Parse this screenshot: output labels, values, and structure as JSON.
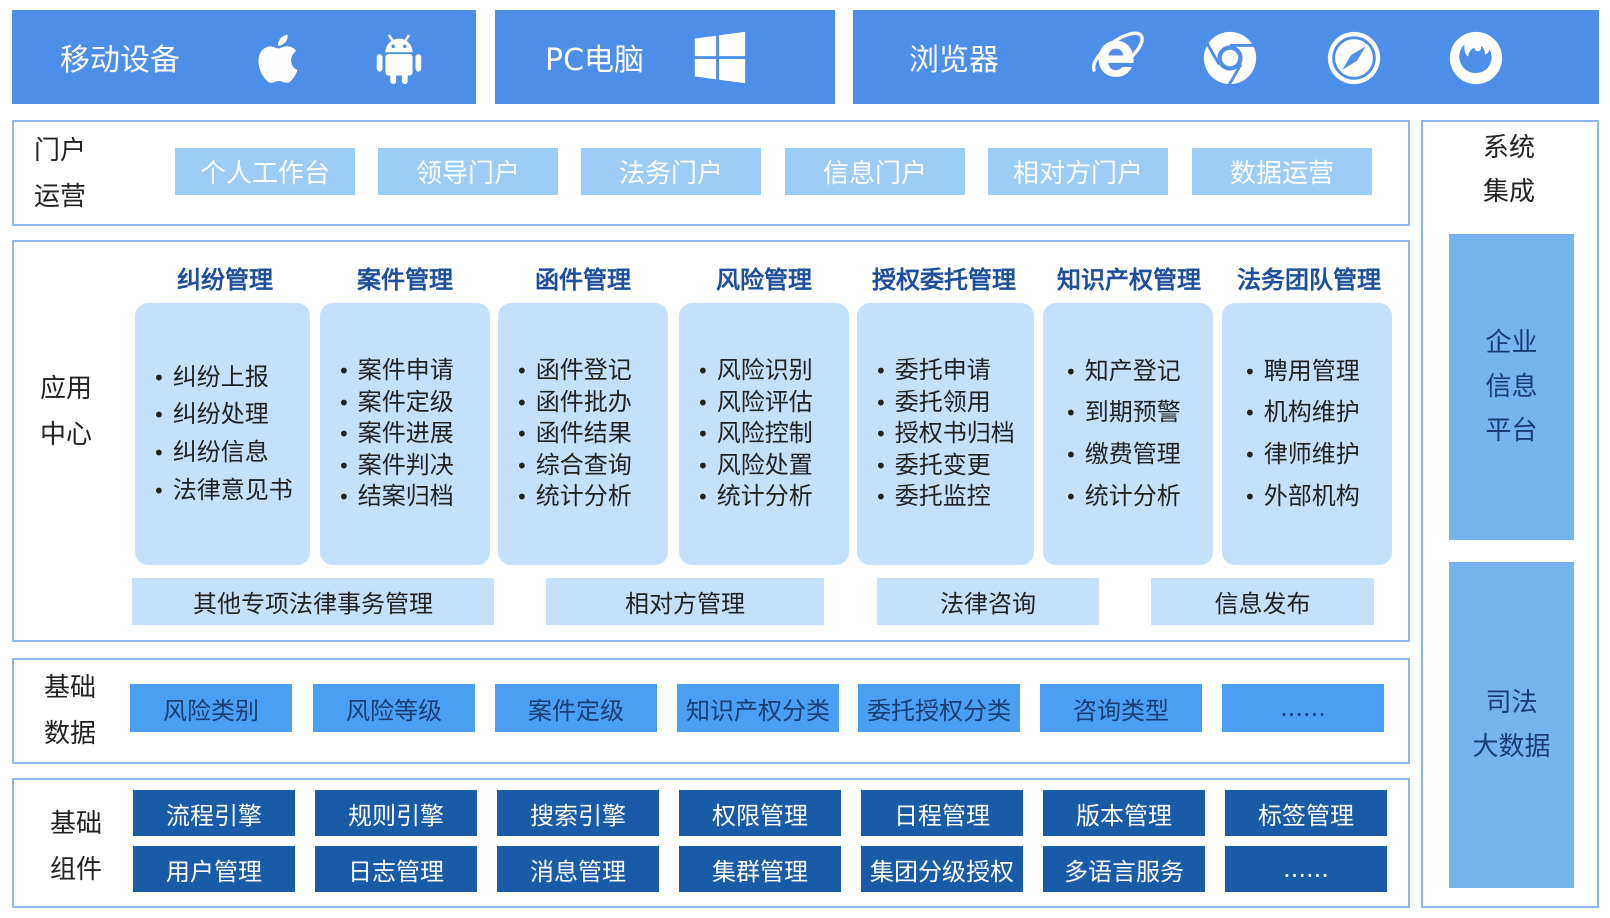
{
  "devices": {
    "mobile": {
      "title": "移动设备",
      "icons": [
        "apple-icon",
        "android-icon"
      ]
    },
    "pc": {
      "title": "PC电脑",
      "icons": [
        "windows-icon"
      ]
    },
    "browser": {
      "title": "浏览器",
      "icons": [
        "ie-icon",
        "chrome-icon",
        "safari-icon",
        "firefox-icon"
      ]
    }
  },
  "portal": {
    "label": "门户\n运营",
    "items": [
      "个人工作台",
      "领导门户",
      "法务门户",
      "信息门户",
      "相对方门户",
      "数据运营"
    ]
  },
  "app_center": {
    "label": "应用\n中心",
    "modules": [
      {
        "title": "纠纷管理",
        "items": [
          "纠纷上报",
          "纠纷处理",
          "纠纷信息",
          "法律意见书"
        ]
      },
      {
        "title": "案件管理",
        "items": [
          "案件申请",
          "案件定级",
          "案件进展",
          "案件判决",
          "结案归档"
        ]
      },
      {
        "title": "函件管理",
        "items": [
          "函件登记",
          "函件批办",
          "函件结果",
          "综合查询",
          "统计分析"
        ]
      },
      {
        "title": "风险管理",
        "items": [
          "风险识别",
          "风险评估",
          "风险控制",
          "风险处置",
          "统计分析"
        ]
      },
      {
        "title": "授权委托管理",
        "items": [
          "委托申请",
          "委托领用",
          "授权书归档",
          "委托变更",
          "委托监控"
        ]
      },
      {
        "title": "知识产权管理",
        "items": [
          "知产登记",
          "到期预警",
          "缴费管理",
          "统计分析"
        ]
      },
      {
        "title": "法务团队管理",
        "items": [
          "聘用管理",
          "机构维护",
          "律师维护",
          "外部机构"
        ]
      }
    ],
    "bottom": [
      "其他专项法律事务管理",
      "相对方管理",
      "法律咨询",
      "信息发布"
    ]
  },
  "base_data": {
    "label": "基础\n数据",
    "items": [
      "风险类别",
      "风险等级",
      "案件定级",
      "知识产权分类",
      "委托授权分类",
      "咨询类型",
      "......"
    ]
  },
  "base_components": {
    "label": "基础\n组件",
    "row1": [
      "流程引擎",
      "规则引擎",
      "搜索引擎",
      "权限管理",
      "日程管理",
      "版本管理",
      "标签管理"
    ],
    "row2": [
      "用户管理",
      "日志管理",
      "消息管理",
      "集群管理",
      "集团分级授权",
      "多语言服务",
      "......"
    ]
  },
  "system_integration": {
    "title": "系统\n集成",
    "boxes": [
      "企业\n信息\n平台",
      "司法\n大数据"
    ]
  },
  "colors": {
    "device_bg": "#4d8ee9",
    "frame_border": "#8cb7e8",
    "portal_btn": "#9bcdf7",
    "module_card": "#c5e0fa",
    "module_title": "#1d4f9c",
    "data_btn": "#4b9ff2",
    "component_btn": "#1a5ba7",
    "integration_box": "#76b4f0"
  }
}
